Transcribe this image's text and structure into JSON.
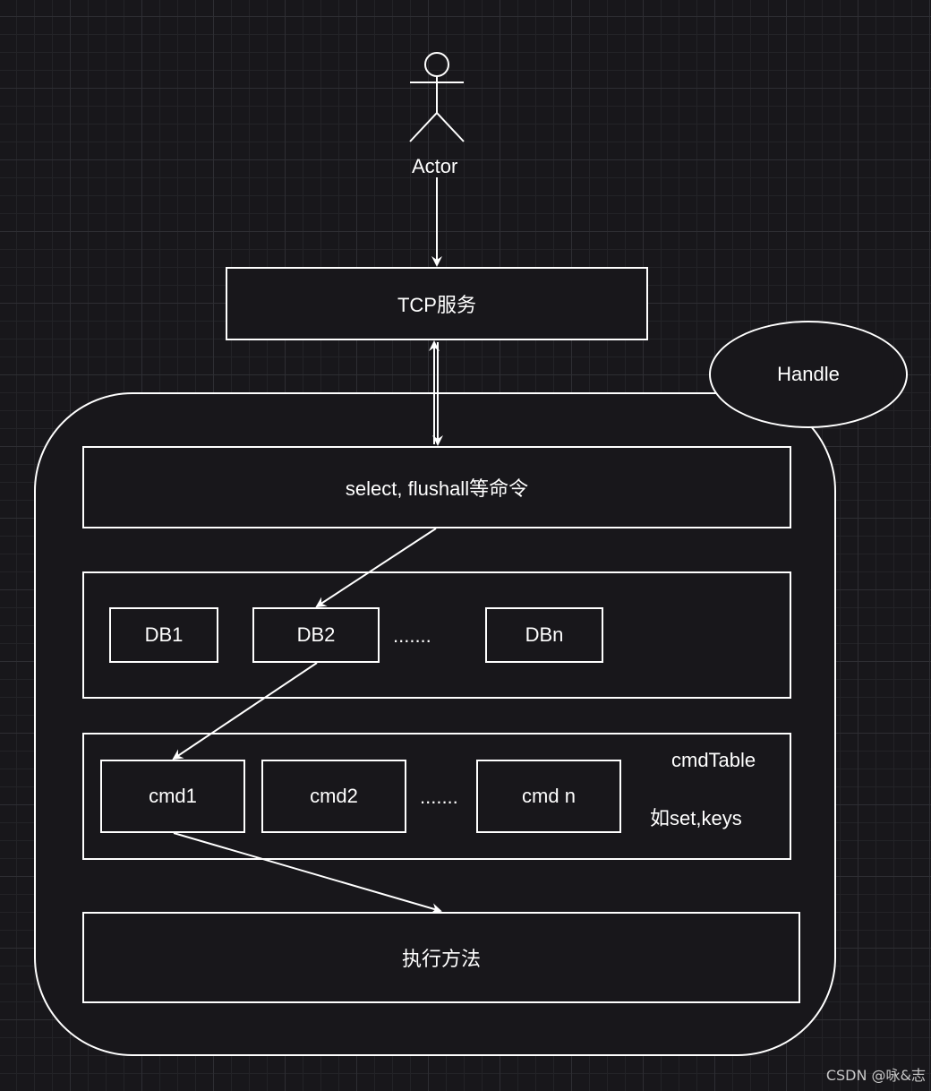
{
  "actor": {
    "label": "Actor"
  },
  "tcp": {
    "label": "TCP服务"
  },
  "handle": {
    "label": "Handle"
  },
  "commands": {
    "label": "select, flushall等命令"
  },
  "db_row": {
    "items": [
      "DB1",
      "DB2",
      ".......",
      "DBn"
    ]
  },
  "cmd_row": {
    "items": [
      "cmd1",
      "cmd2",
      ".......",
      "cmd n"
    ],
    "table_label": "cmdTable",
    "example_label": "如set,keys"
  },
  "execute": {
    "label": "执行方法"
  },
  "watermark": "CSDN @咏&志",
  "colors": {
    "background": "#18171b",
    "stroke": "#ffffff"
  }
}
